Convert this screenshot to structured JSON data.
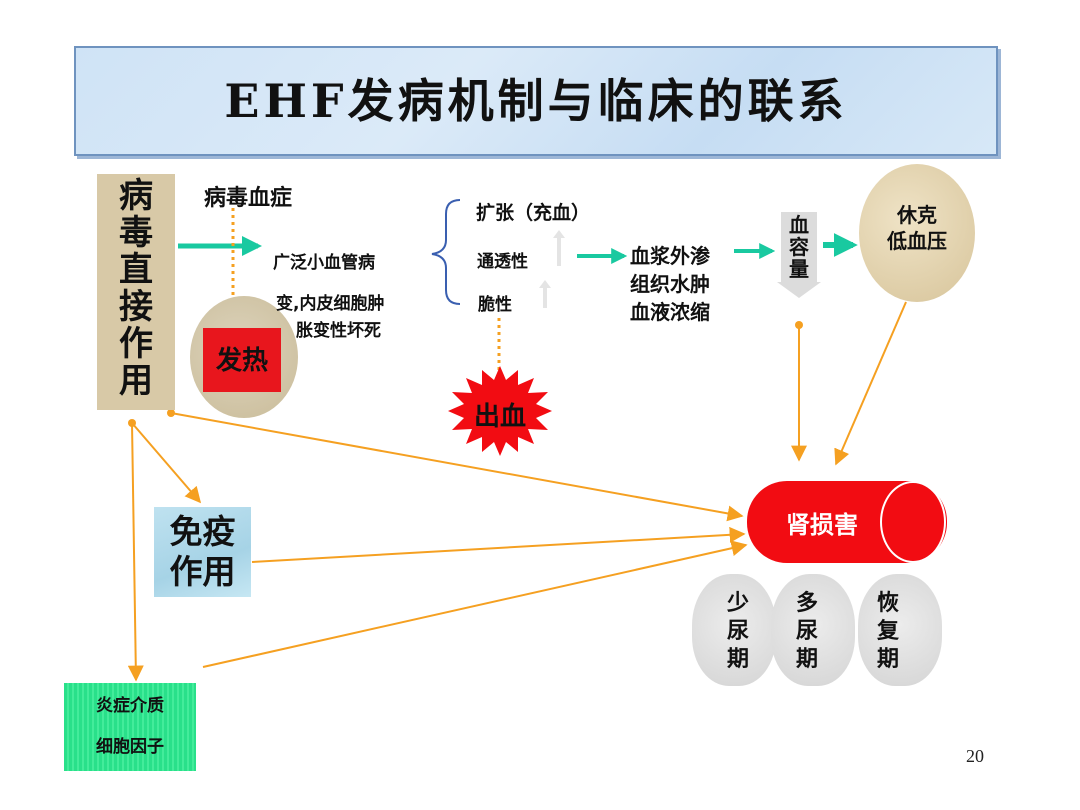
{
  "title": "EHF发病机制与临床的联系",
  "direct_action": {
    "label_chars": [
      "病",
      "毒",
      "直",
      "接",
      "作",
      "用"
    ]
  },
  "viremia": "病毒血症",
  "fever": "发热",
  "vascular": {
    "line1": "广泛小血管病",
    "line2": "变,内皮细胞肿",
    "line3": "胀变性坏死"
  },
  "effects": {
    "dilation": "扩张（充血）",
    "permeability": "通透性",
    "fragility": "脆性"
  },
  "bleeding": "出血",
  "plasma": {
    "line1": "血浆外渗",
    "line2": "组织水肿",
    "line3": "血液浓缩"
  },
  "volume": {
    "chars": [
      "血",
      "容",
      "量"
    ]
  },
  "shock": {
    "line1": "休克",
    "line2": "低血压"
  },
  "kidney": "肾损害",
  "immune": {
    "line1": "免疫",
    "line2": "作用"
  },
  "inflammatory": {
    "line1": "炎症介质",
    "line2": "细胞因子"
  },
  "stages": [
    {
      "chars": [
        "少",
        "尿",
        "期"
      ]
    },
    {
      "chars": [
        "多",
        "尿",
        "期"
      ]
    },
    {
      "chars": [
        "恢",
        "复",
        "期"
      ]
    }
  ],
  "page_number": "20",
  "colors": {
    "teal_arrow": "#19c9a0",
    "orange_line": "#f5a021",
    "kidney_red": "#f20c12",
    "fever_red": "#e8161d"
  }
}
